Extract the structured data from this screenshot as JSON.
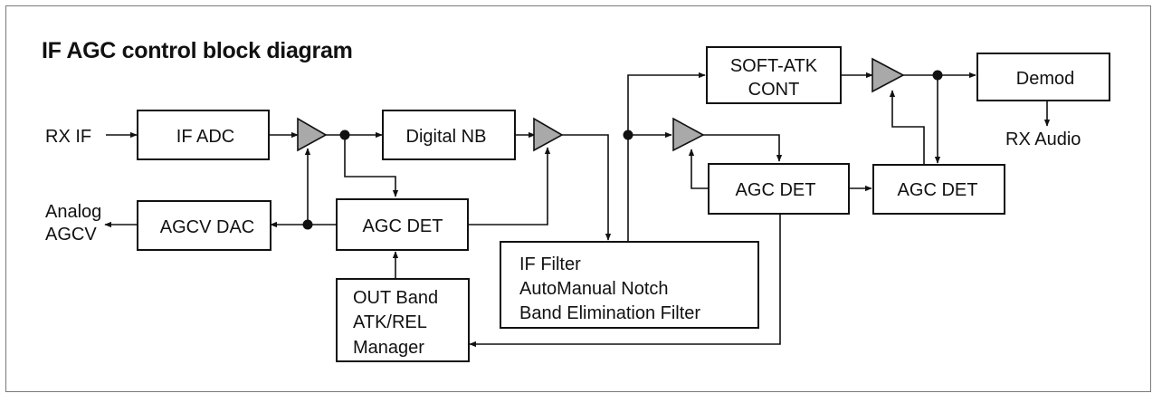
{
  "title": "IF AGC control block diagram",
  "labels": {
    "rx_if": "RX IF",
    "analog_agcv": [
      "Analog",
      "AGCV"
    ],
    "rx_audio": "RX Audio"
  },
  "blocks": {
    "if_adc": "IF ADC",
    "digital_nb": "Digital NB",
    "agcv_dac": "AGCV DAC",
    "agc_det_1": "AGC DET",
    "out_band_manager": [
      "OUT Band",
      "ATK/REL",
      "Manager"
    ],
    "if_filter": [
      "IF Filter",
      "AutoManual Notch",
      "Band Elimination Filter"
    ],
    "soft_atk_cont": [
      "SOFT-ATK",
      "CONT"
    ],
    "agc_det_2": "AGC DET",
    "agc_det_3": "AGC DET",
    "demod": "Demod"
  },
  "colors": {
    "amplifier_fill": "#a9a9a9",
    "line": "#111111",
    "frame": "#7a7a7a"
  }
}
